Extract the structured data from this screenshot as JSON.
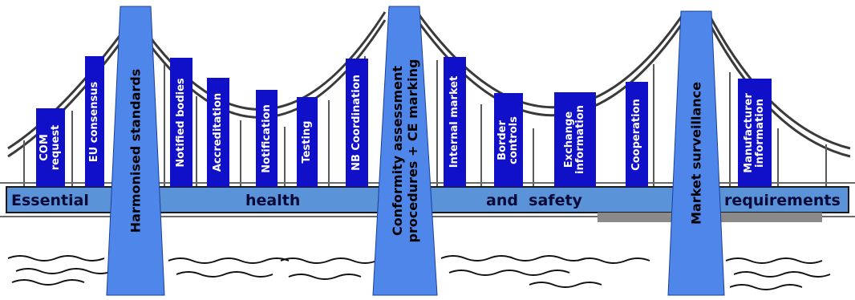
{
  "deck": {
    "words": [
      "Essential",
      "health",
      "and  safety",
      "requirements"
    ]
  },
  "pillars": [
    {
      "label": "Harmonised standards"
    },
    {
      "label": "Conformity assessment\nprocedures + CE marking"
    },
    {
      "label": "Market surveillance"
    }
  ],
  "boxes": [
    {
      "label": "COM\nrequest"
    },
    {
      "label": "EU consensus"
    },
    {
      "label": "Notified bodies"
    },
    {
      "label": "Accreditation"
    },
    {
      "label": "Notification"
    },
    {
      "label": "Testing"
    },
    {
      "label": "NB Coordination"
    },
    {
      "label": "Internal market"
    },
    {
      "label": "Border\ncontrols"
    },
    {
      "label": "Exchange\ninformation"
    },
    {
      "label": "Cooperation"
    },
    {
      "label": "Manufacturer\ninformation"
    }
  ],
  "colors": {
    "deck": "#5b93d8",
    "pylon": "#4f86ea",
    "box": "#1010c8"
  }
}
